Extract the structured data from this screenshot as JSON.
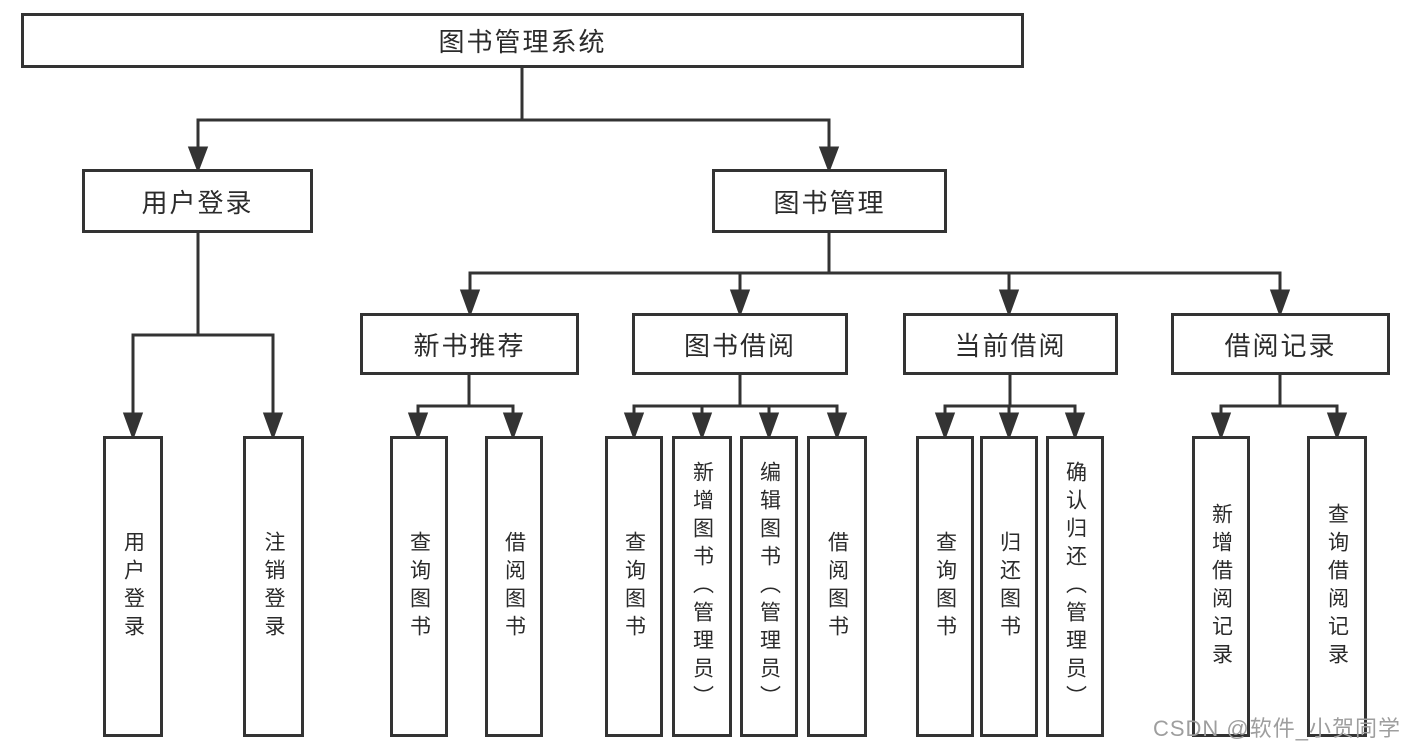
{
  "diagram": {
    "root": {
      "label": "图书管理系统"
    },
    "level2": [
      {
        "label": "用户登录"
      },
      {
        "label": "图书管理"
      }
    ],
    "level3": [
      {
        "label": "新书推荐"
      },
      {
        "label": "图书借阅"
      },
      {
        "label": "当前借阅"
      },
      {
        "label": "借阅记录"
      }
    ],
    "leaves": [
      {
        "label": "用户登录"
      },
      {
        "label": "注销登录"
      },
      {
        "label": "查询图书"
      },
      {
        "label": "借阅图书"
      },
      {
        "label": "查询图书"
      },
      {
        "label": "新增图书（管理员）"
      },
      {
        "label": "编辑图书（管理员）"
      },
      {
        "label": "借阅图书"
      },
      {
        "label": "查询图书"
      },
      {
        "label": "归还图书"
      },
      {
        "label": "确认归还（管理员）"
      },
      {
        "label": "新增借阅记录"
      },
      {
        "label": "查询借阅记录"
      }
    ]
  },
  "watermark": {
    "text": "CSDN @软件_小贺同学"
  },
  "colors": {
    "line": "#333333",
    "box_border": "#333333",
    "text": "#2b2b2b",
    "watermark": "#9e9e9e",
    "background": "#ffffff"
  }
}
